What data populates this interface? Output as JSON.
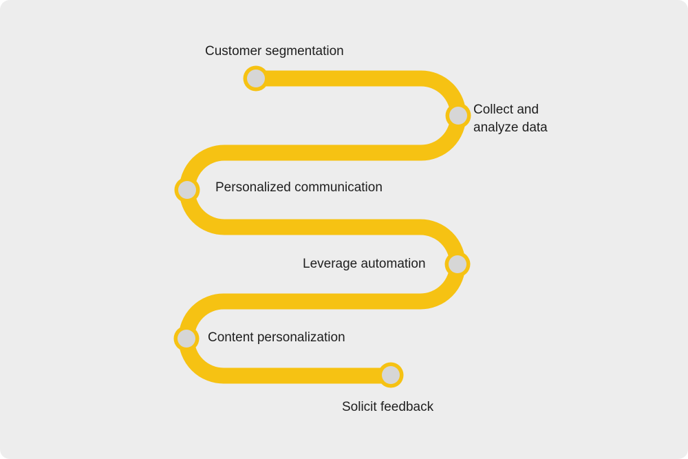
{
  "diagram": {
    "type": "serpentine-process-flow",
    "steps": [
      {
        "label": "Customer segmentation"
      },
      {
        "label": "Collect and analyze data"
      },
      {
        "label": "Personalized communication"
      },
      {
        "label": "Leverage automation"
      },
      {
        "label": "Content personalization"
      },
      {
        "label": "Solicit feedback"
      }
    ],
    "colors": {
      "path": "#F6C213",
      "node_ring": "#F6C213",
      "node_fill": "#D6D6D6",
      "background": "#EDEDED",
      "page": "#FFFFFF",
      "text": "#1E1E1E"
    }
  }
}
